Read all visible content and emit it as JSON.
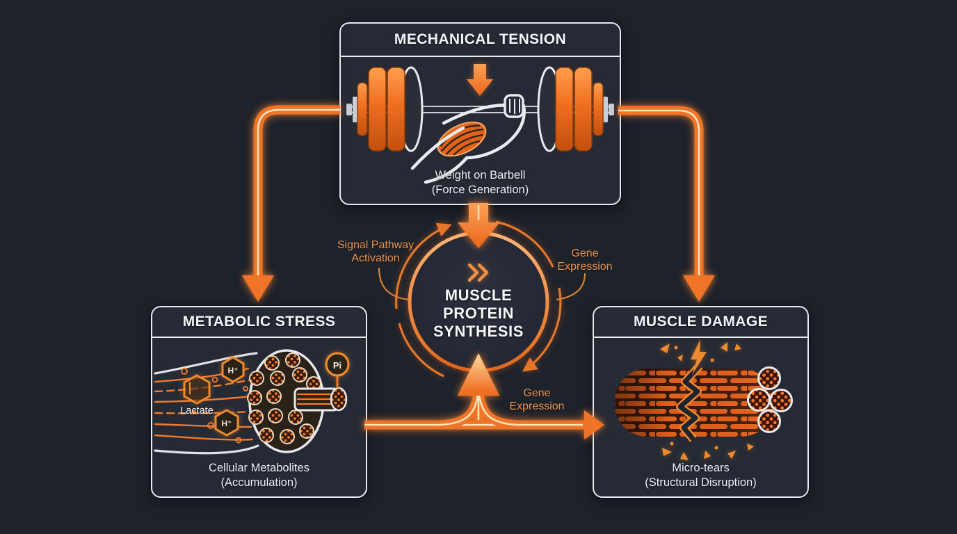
{
  "diagram": {
    "center": {
      "line1": "MUSCLE",
      "line2": "PROTEIN",
      "line3": "SYNTHESIS"
    },
    "labels": {
      "signal_pathway_1": "Signal Pathway",
      "signal_pathway_2": "Activation",
      "gene_top_1": "Gene",
      "gene_top_2": "Expression",
      "gene_bottom_1": "Gene",
      "gene_bottom_2": "Expression"
    },
    "mechanical": {
      "title": "MECHANICAL TENSION",
      "cap1": "Weight on Barbell",
      "cap2": "(Force Generation)"
    },
    "metabolic": {
      "title": "METABOLIC STRESS",
      "cap1": "Cellular Metabolites",
      "cap2": "(Accumulation)",
      "lactate": "Lactate",
      "h_plus_a": "H⁺",
      "h_plus_b": "H⁺",
      "pi": "Pi"
    },
    "damage": {
      "title": "MUSCLE DAMAGE",
      "cap1": "Micro-tears",
      "cap2": "(Structural Disruption)"
    },
    "colors": {
      "background": "#1e222b",
      "box_fill": "#252a34",
      "box_border": "#e9ebee",
      "accent_orange": "#f07427",
      "label_orange": "#e9934e",
      "stripe_cream": "#ffe3bd",
      "text_white": "#f3f5f7"
    }
  }
}
